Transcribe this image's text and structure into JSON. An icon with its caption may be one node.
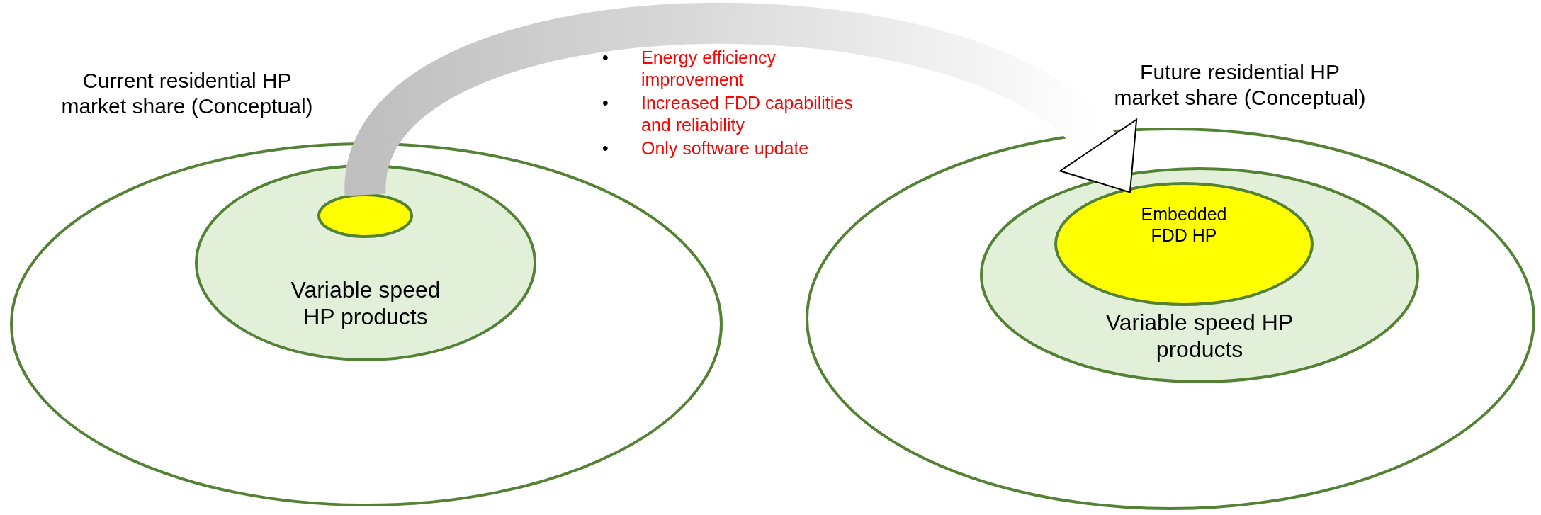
{
  "diagram": {
    "nodes": [
      {
        "text": [
          "Current residential HP market share (Conceptual)"
        ]
      },
      {
        "text": [
          "Variable speed HP products"
        ],
        "in": 0
      },
      {
        "text": [],
        "shape": "ellipse",
        "in": 1
      },
      {
        "text": [
          "Future residential HP market share (Conceptual)"
        ]
      },
      {
        "text": [
          "Variable speed HP products"
        ],
        "in": 3
      },
      {
        "text": [
          "Embedded FDD HP"
        ],
        "in": 4
      }
    ],
    "edges": [
      {
        "from": 2,
        "to": 5,
        "arrow": "to"
      }
    ],
    "labels": [
      "•",
      "Energy efficiency improvement",
      "•",
      "Increased FDD capabilities and reliability",
      "•",
      "Only software update"
    ]
  }
}
